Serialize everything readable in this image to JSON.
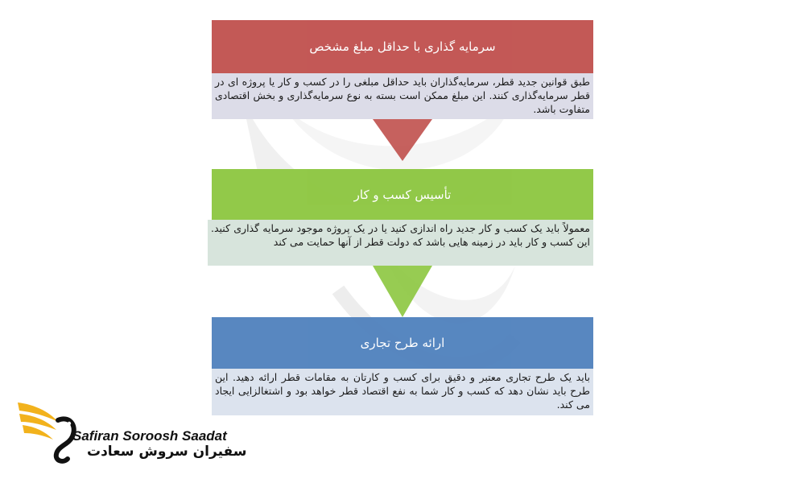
{
  "steps": [
    {
      "title": "سرمایه گذاری با حداقل مبلغ مشخص",
      "body": "طبق قوانین جدید قطر، سرمایه‌گذاران باید حداقل مبلغی را در کسب و کار یا پروژه ای در قطر سرمایه‌گذاری کنند. این مبلغ ممکن است بسته به نوع سرمایه‌گذاری و بخش اقتصادی متفاوت باشد.",
      "header_color": "#c0504d",
      "body_color": "#dcdce8"
    },
    {
      "title": "تأسیس کسب و کار",
      "body": "معمولاً باید یک کسب و کار جدید راه اندازی کنید یا در یک پروژه موجود سرمایه گذاری کنید. این کسب و کار باید در زمینه هایی باشد که دولت قطر از آنها حمایت می کند",
      "header_color": "#8cc63f",
      "body_color": "#d7e4dc"
    },
    {
      "title": "ارائه طرح تجاری",
      "body": "باید یک طرح تجاری معتبر و دقیق برای کسب و کارتان به مقامات قطر ارائه دهید. این طرح باید نشان دهد که کسب و کار شما به نفع اقتصاد قطر خواهد بود و اشتغالزایی ایجاد می کند.",
      "header_color": "#4f81bd",
      "body_color": "#dce3ee"
    }
  ],
  "logo": {
    "name_en": "Safiran Soroosh Saadat",
    "name_fa": "سفیران سروش سعادت",
    "icon": "golden-bird-logo-icon",
    "accent": "#f2b21c"
  }
}
